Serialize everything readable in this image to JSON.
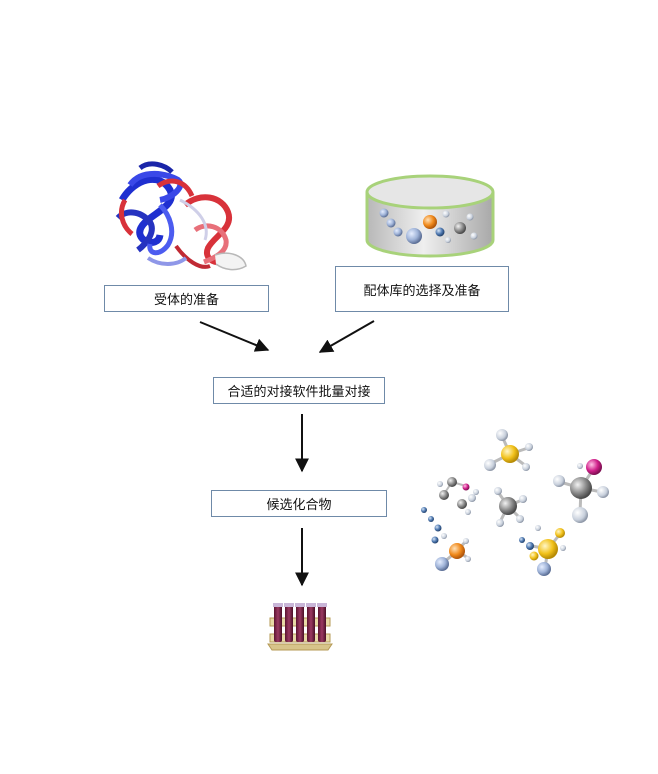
{
  "steps": {
    "receptor": "受体的准备",
    "ligand": "配体库的选择及准备",
    "docking": "合适的对接软件批量对接",
    "candidates": "候选化合物"
  },
  "icons": {
    "protein": "protein-ribbon-icon",
    "database": "compound-library-database-icon",
    "molecules": "molecule-ball-stick-icon",
    "tubes": "test-tube-rack-icon"
  },
  "colors": {
    "box_border": "#6f8aa8",
    "arrow": "#111111",
    "protein_blue": "#1f2fd0",
    "protein_red": "#d8323a",
    "db_border": "#a8d27a",
    "atom_orange": "#f08a1c",
    "atom_yellow": "#f2c21b",
    "atom_magenta": "#d0208a",
    "atom_gray": "#7d7d7d"
  }
}
